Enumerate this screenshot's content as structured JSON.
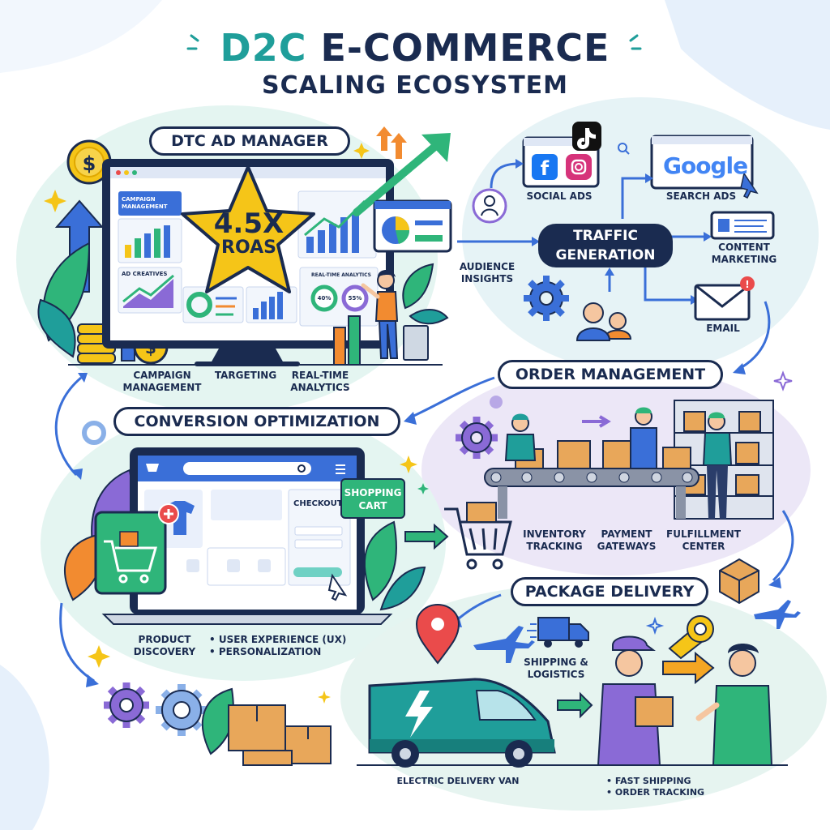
{
  "title": {
    "line1_accent": "D2C",
    "line1_rest": " E-COMMERCE",
    "line2": "SCALING ECOSYSTEM"
  },
  "ad_manager": {
    "heading": "DTC AD MANAGER",
    "star_value": "4.5X",
    "star_unit": "ROAS",
    "screen_campaign": "CAMPAIGN MANAGEMENT",
    "screen_creatives": "AD CREATIVES",
    "screen_realtime": "REAL-TIME ANALYTICS",
    "donut_1": "40%",
    "donut_2": "55%",
    "captions": [
      "CAMPAIGN MANAGEMENT",
      "TARGETING",
      "REAL-TIME ANALYTICS"
    ]
  },
  "traffic": {
    "hub": "TRAFFIC GENERATION",
    "social_ads": "SOCIAL ADS",
    "search_ads": "SEARCH ADS",
    "google_logo": "Google",
    "audience_insights": "AUDIENCE INSIGHTS",
    "content_marketing": "CONTENT MARKETING",
    "email": "EMAIL"
  },
  "order_management": {
    "heading": "ORDER MANAGEMENT",
    "captions": [
      "INVENTORY TRACKING",
      "PAYMENT GATEWAYS",
      "FULFILLMENT CENTER"
    ]
  },
  "conversion": {
    "heading": "CONVERSION OPTIMIZATION",
    "checkout": "CHECKOUT",
    "shopping_cart": "SHOPPING CART",
    "caption_product": "PRODUCT DISCOVERY",
    "bullets": [
      "USER EXPERIENCE (UX)",
      "PERSONALIZATION"
    ]
  },
  "delivery": {
    "heading": "PACKAGE DELIVERY",
    "shipping": "SHIPPING & LOGISTICS",
    "van": "ELECTRIC DELIVERY VAN",
    "bullets": [
      "FAST SHIPPING",
      "ORDER TRACKING"
    ]
  },
  "colors": {
    "navy": "#1a2b50",
    "teal": "#1f9e9a",
    "green": "#2fb57a",
    "blue": "#3a6fd8",
    "purple": "#8a6ad6",
    "yellow": "#f5c518",
    "orange": "#f28b30"
  },
  "icons": [
    "dollar-coin-icon",
    "star-icon",
    "facebook-icon",
    "instagram-icon",
    "tiktok-icon",
    "search-icon",
    "user-icon",
    "gear-icon",
    "envelope-icon",
    "shopping-cart-icon",
    "map-pin-icon",
    "airplane-icon",
    "truck-icon",
    "box-icon",
    "van-icon",
    "tape-icon",
    "sparkle-icon"
  ]
}
